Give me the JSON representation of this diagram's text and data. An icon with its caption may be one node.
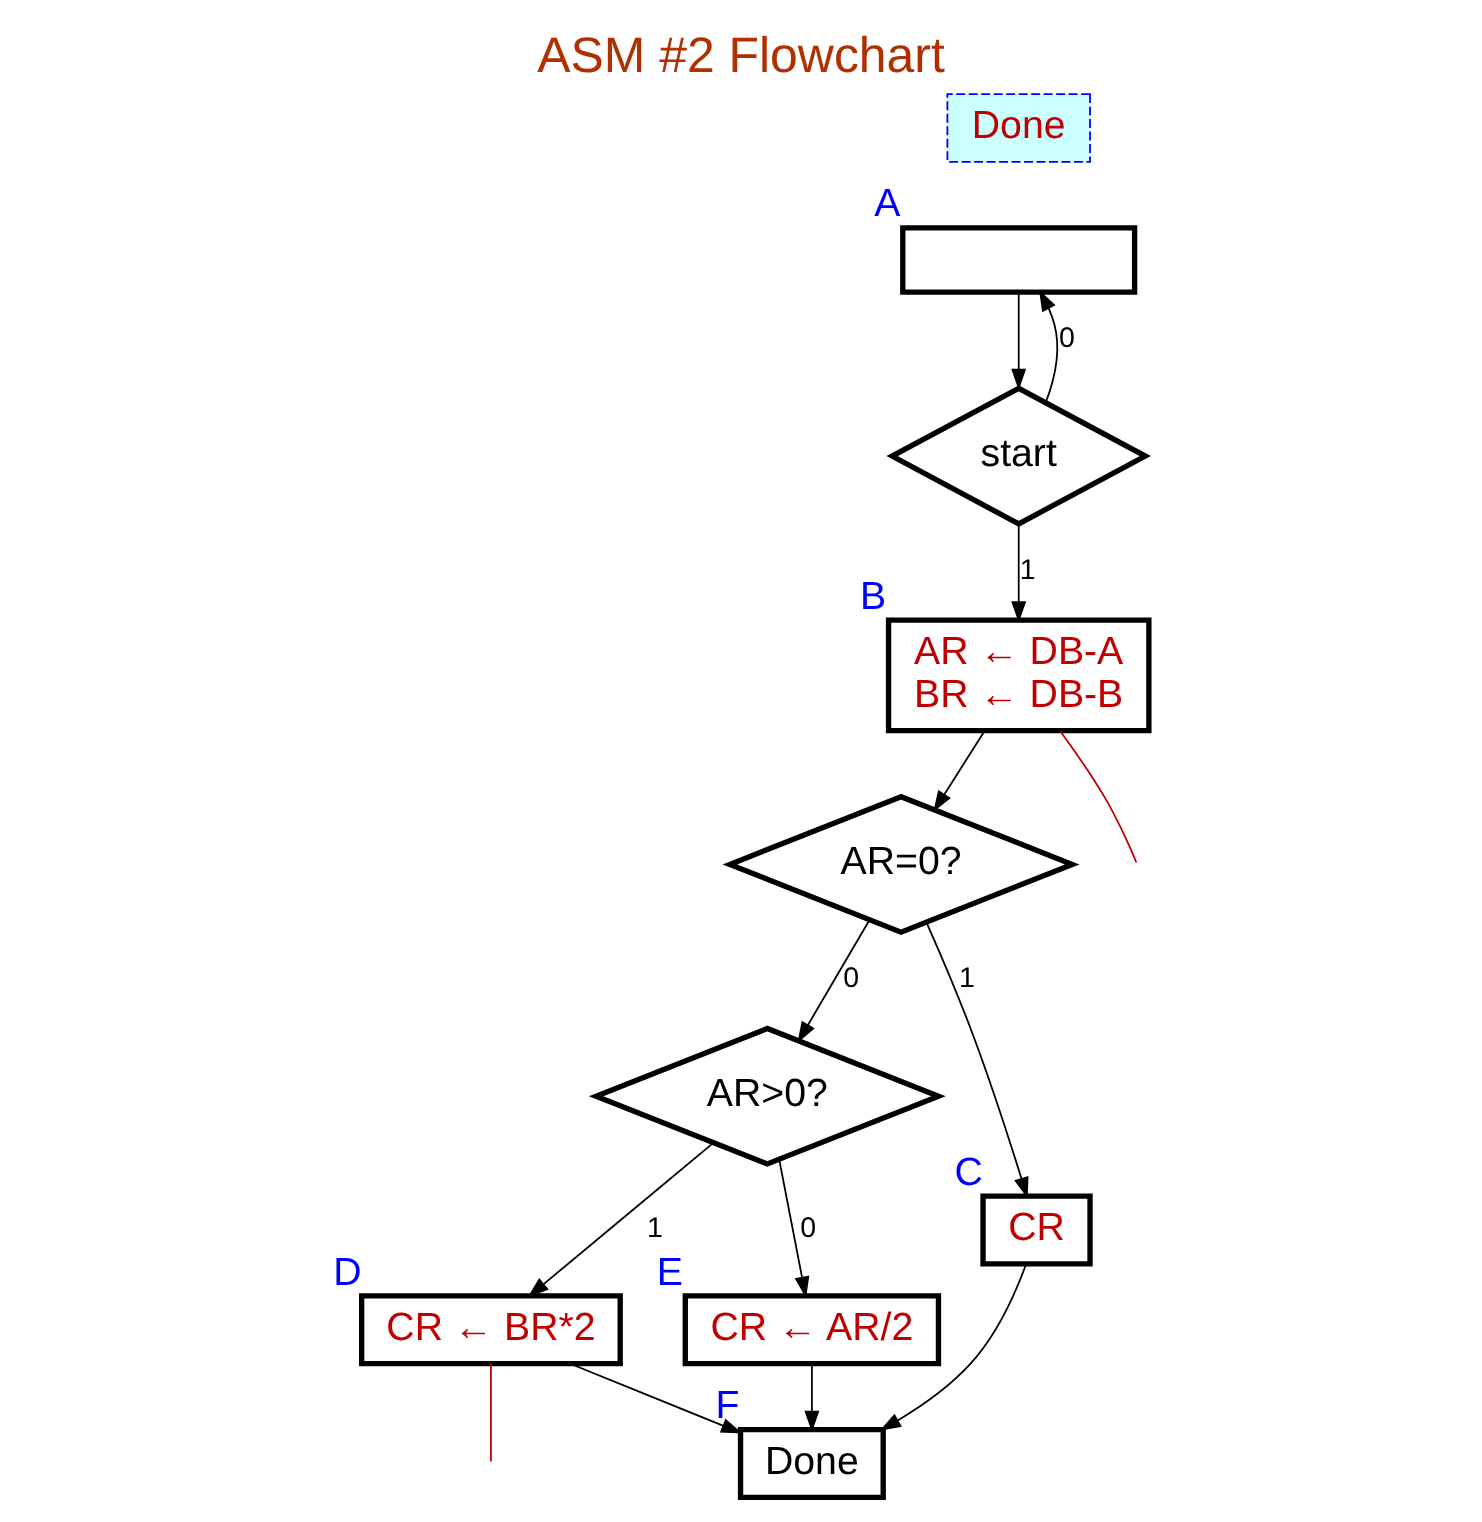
{
  "diagram": {
    "title": "ASM #2 Flowchart",
    "nodes": [
      {
        "text": [
          "Done"
        ]
      },
      {
        "text": [],
        "shape": "box",
        "beside": [
          "A"
        ]
      },
      {
        "text": [
          "start"
        ]
      },
      {
        "text": [
          "AR ← DB-A",
          "BR ← DB-B"
        ],
        "beside": [
          "B"
        ]
      },
      {
        "text": [
          "AR=0?"
        ]
      },
      {
        "text": [
          "AR>0?"
        ]
      },
      {
        "text": [
          "CR"
        ],
        "beside": [
          "C"
        ]
      },
      {
        "text": [
          "CR ← AR/2"
        ],
        "beside": [
          "E"
        ]
      },
      {
        "text": [
          "CR ← BR*2"
        ],
        "beside": [
          "D"
        ]
      },
      {
        "text": [
          "Done"
        ],
        "beside": [
          "F"
        ]
      }
    ],
    "edges": [
      {
        "from": 1,
        "to": 2,
        "arrow": "to"
      },
      {
        "from": 2,
        "to": 1,
        "arrow": "to",
        "label": "0"
      },
      {
        "from": 2,
        "to": 3,
        "arrow": "to",
        "label": "1"
      },
      {
        "from": 3,
        "to": 4,
        "arrow": "to"
      },
      {
        "from": 4,
        "to": 5,
        "arrow": "to",
        "label": "0"
      },
      {
        "from": 4,
        "to": 6,
        "arrow": "to",
        "label": "1"
      },
      {
        "from": 5,
        "to": 7,
        "arrow": "to",
        "label": "0"
      },
      {
        "from": 5,
        "to": 8,
        "arrow": "to",
        "label": "1"
      },
      {
        "from": 7,
        "to": 9,
        "arrow": "to"
      },
      {
        "from": 8,
        "to": 9,
        "arrow": "to"
      },
      {
        "from": 6,
        "to": 9,
        "arrow": "to"
      },
      {
        "from": 3,
        "to": null,
        "arrow": "none",
        "color": "#c00000"
      },
      {
        "from": 8,
        "to": null,
        "arrow": "none",
        "color": "#c00000"
      }
    ]
  }
}
